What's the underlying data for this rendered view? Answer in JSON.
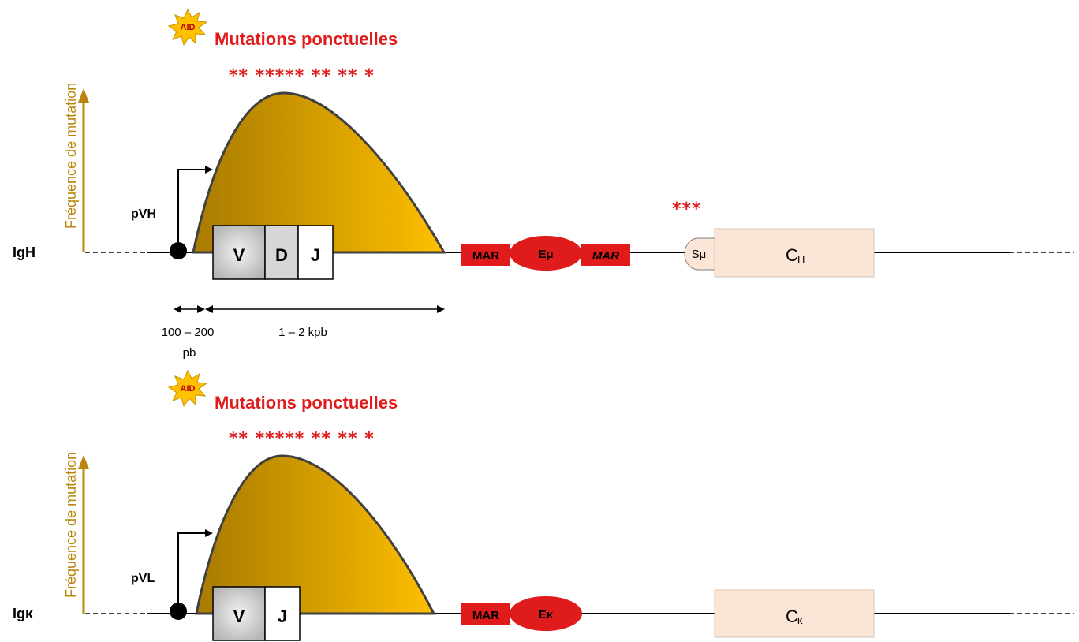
{
  "igh": {
    "locus_label": "IgH",
    "axis_label": "Fréquence de mutation",
    "aid_label": "AID",
    "title": "Mutations ponctuelles",
    "stars": "** ***** ** ** *",
    "promoter": "pVH",
    "segments": [
      "V",
      "D",
      "J"
    ],
    "mar_left": "MAR",
    "enhancer": "Eμ",
    "mar_right": "MAR",
    "switch_stars": "***",
    "switch_label": "Sμ",
    "constant": "C",
    "constant_sub": "H",
    "dist_short_1": "100 – 200",
    "dist_short_2": "pb",
    "dist_long": "1 – 2 kpb"
  },
  "igk": {
    "locus_label": "Igκ",
    "axis_label": "Fréquence de mutation",
    "aid_label": "AID",
    "title": "Mutations ponctuelles",
    "stars": "** ***** ** ** *",
    "promoter": "pVL",
    "segments": [
      "V",
      "J"
    ],
    "mar_left": "MAR",
    "enhancer": "Eκ",
    "constant": "C",
    "constant_sub": "κ"
  },
  "colors": {
    "gold_dark": "#a87a00",
    "gold_light": "#ffc000",
    "axis_arrow": "#b8860b",
    "red": "#e01b1b",
    "constant_fill": "#fbe5d6"
  }
}
